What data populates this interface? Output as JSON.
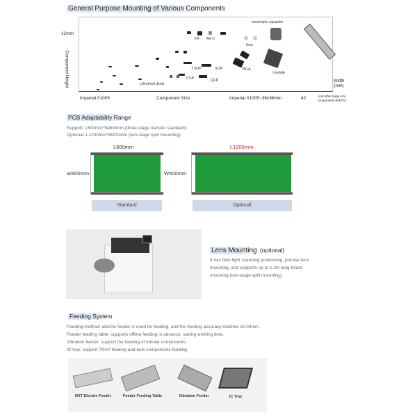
{
  "mounting": {
    "title": "General Purpose Mounting of Various Components",
    "y_label": "Component Height",
    "y_tick": "12mm",
    "x_unit": "Width\n(mm)",
    "x_labels": [
      "Imperial 01005",
      "Component Size",
      "Imperial 01005~36x36mm",
      "42",
      "And other large size components (MFOV)"
    ],
    "components": [
      "VR",
      "Ae-C",
      "lens",
      "electrolytic capacitor",
      "TSOP",
      "SOP",
      "BGA",
      "module",
      "CSP",
      "QFP",
      "cylindrical diode"
    ]
  },
  "pcb": {
    "title": "PCB Adaptability Range",
    "lines": [
      "Support: L600mm*W400mm (three-stage transfer standard);",
      "Optional: L1200mm*W400mm (two-stage split mounting)."
    ],
    "standard": {
      "length": "L600mm",
      "width": "W400mm",
      "label": "Standard"
    },
    "optional": {
      "length": "L1200mm",
      "width": "W400mm",
      "label": "Optional"
    },
    "accent": "#d0202a"
  },
  "lens": {
    "title": "Lens Mounting",
    "suffix": " (optional)",
    "lines": [
      "It has blue light scanning positioning, precise lens",
      "mounting, and supports up to 1.2m long board",
      "mounting (two-stage split mounting)."
    ]
  },
  "feeding": {
    "title": "Feeding System",
    "lines": [
      "Feeding method: electric feeder is used for feeding, and the feeding accuracy reaches ±0.03mm.",
      "Feeder feeding table: supports offline feeding in advance, saving working time.",
      "Vibration feeder: support the feeding of tubular components.",
      "IC tray: support TRAY feeding and bulk components feeding."
    ],
    "items": [
      "NXT Electric Feeder",
      "Feeder Feeding Table",
      "Vibration Feeder",
      "IC Tray"
    ]
  }
}
